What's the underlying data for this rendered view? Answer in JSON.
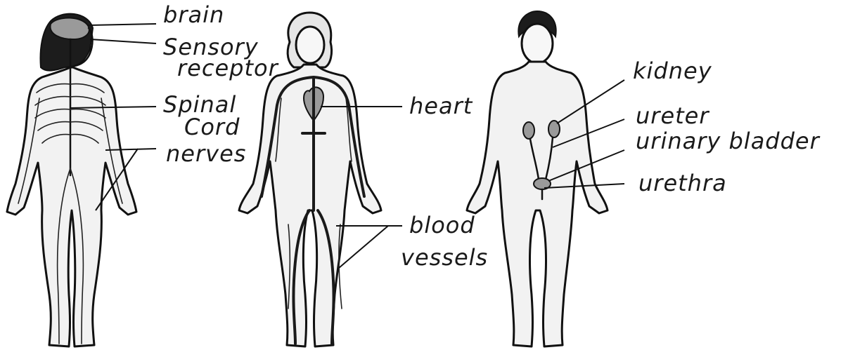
{
  "figures": {
    "nervous": {
      "labels": {
        "brain": "brain",
        "sensory_1": "Sensory",
        "sensory_2": "receptor",
        "spinal_1": "Spinal",
        "spinal_2": "Cord",
        "nerves": "nerves"
      }
    },
    "circulatory": {
      "labels": {
        "heart": "heart",
        "blood_1": "blood",
        "blood_2": "vessels"
      }
    },
    "urinary": {
      "labels": {
        "kidney": "kidney",
        "ureter": "ureter",
        "bladder": "urinary bladder",
        "urethra": "urethra"
      }
    }
  }
}
